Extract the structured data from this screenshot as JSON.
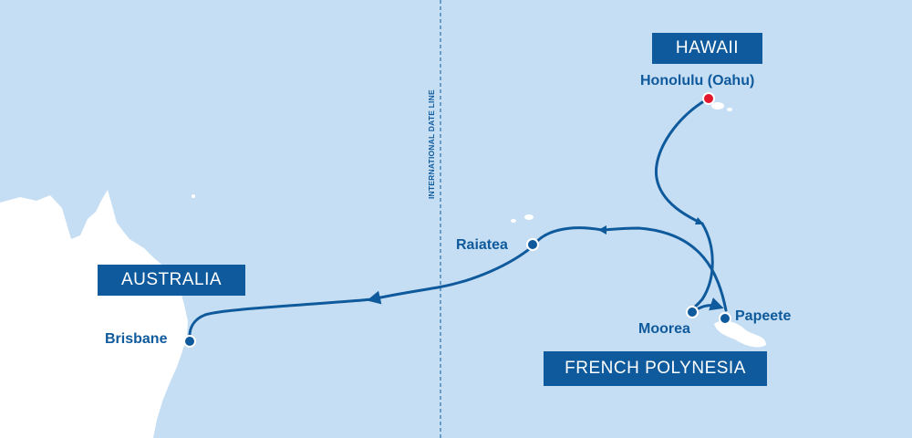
{
  "map": {
    "regions": {
      "hawaii": "HAWAII",
      "australia": "AUSTRALIA",
      "french_polynesia": "FRENCH POLYNESIA"
    },
    "dateline_label": "INTERNATIONAL DATE LINE",
    "ports": {
      "honolulu": "Honolulu (Oahu)",
      "raiatea": "Raiatea",
      "moorea": "Moorea",
      "papeete": "Papeete",
      "brisbane": "Brisbane"
    },
    "colors": {
      "ocean": "#c6def3",
      "land": "#ffffff",
      "route": "#0e5a9c",
      "embark_marker": "#e3182d",
      "label_box": "#0e5a9c"
    }
  }
}
